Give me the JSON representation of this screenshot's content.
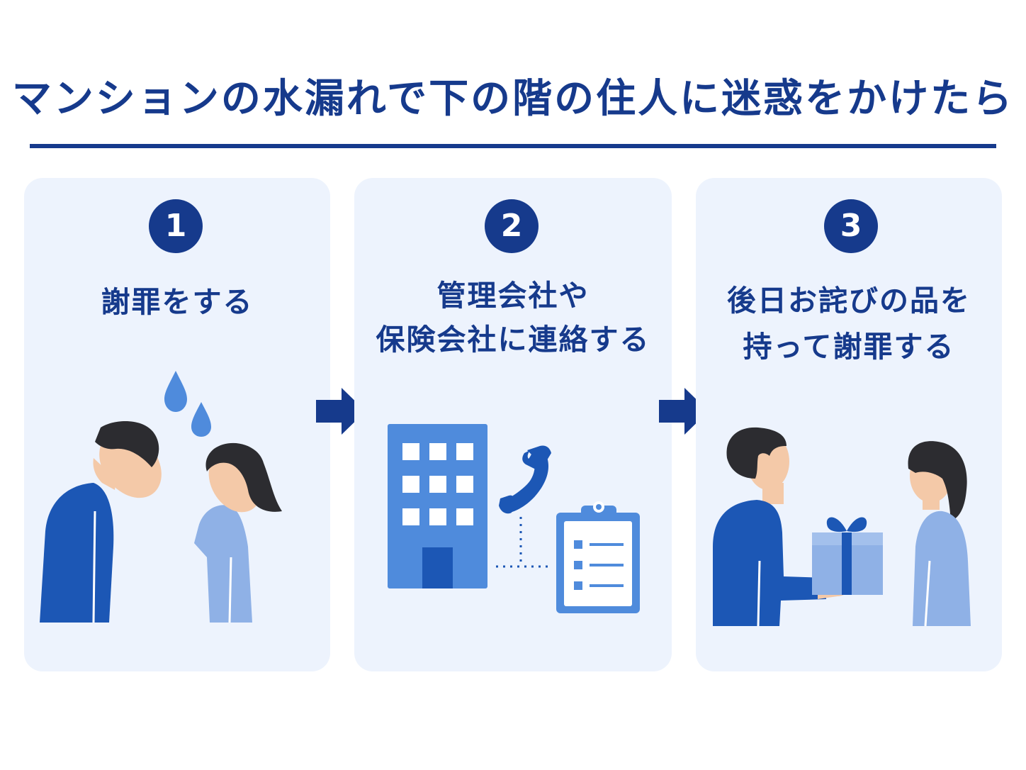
{
  "title": "マンションの水漏れで下の階の住人に迷惑をかけたら",
  "colors": {
    "navy": "#163a8c",
    "card_bg": "#edf3fd",
    "dark_blue": "#1c57b5",
    "light_blue": "#8fb1e6",
    "mid_blue": "#4f8bdc"
  },
  "steps": [
    {
      "number": "1",
      "title_lines": [
        "謝罪をする"
      ],
      "illustration": "bowing-people-with-water-drops-icon"
    },
    {
      "number": "2",
      "title_lines": [
        "管理会社や",
        "保険会社に連絡する"
      ],
      "illustration": "building-phone-clipboard-icon"
    },
    {
      "number": "3",
      "title_lines": [
        "後日お詫びの品を",
        "持って謝罪する"
      ],
      "illustration": "gift-handover-icon"
    }
  ]
}
